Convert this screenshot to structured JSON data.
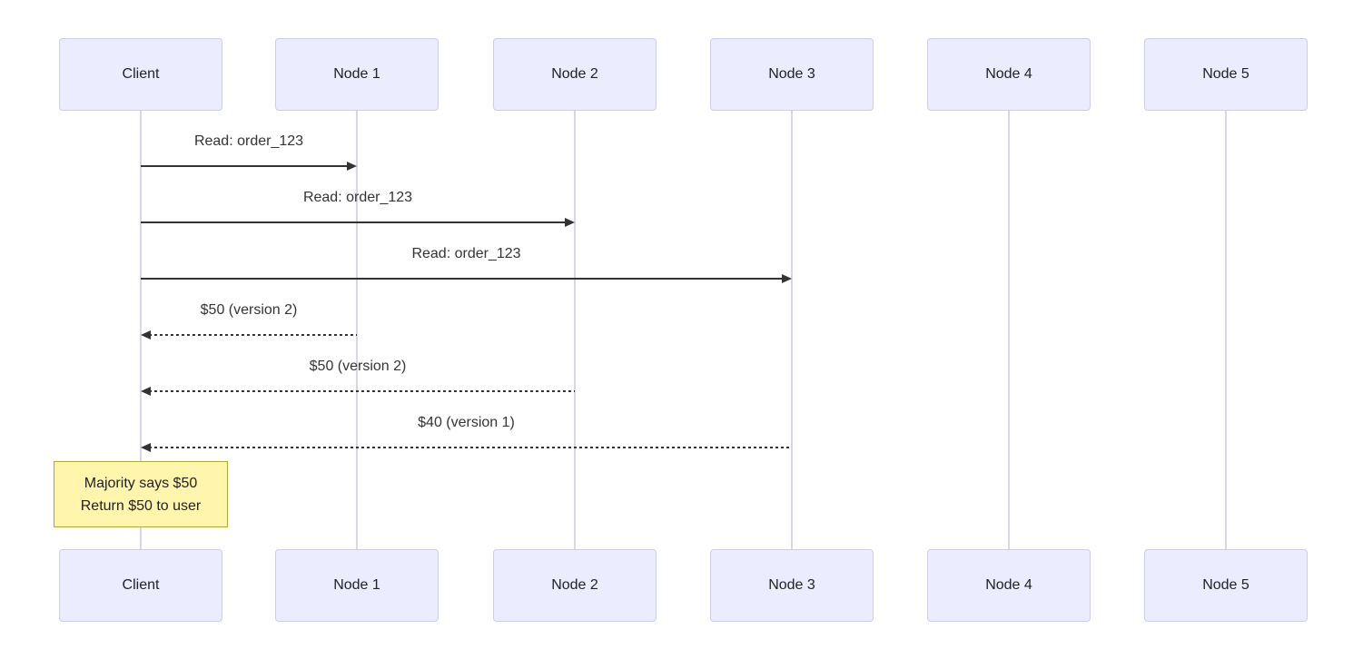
{
  "diagram": {
    "type": "sequence",
    "colors": {
      "background": "#ffffff",
      "actor_fill": "#ececff",
      "actor_border": "#ccccf0",
      "lifeline": "#d9d3ee",
      "message": "#333333",
      "note_fill": "#fff5ad",
      "note_border": "#aaaa33",
      "text": "#222222"
    },
    "actors": [
      {
        "label": "Client"
      },
      {
        "label": "Node 1"
      },
      {
        "label": "Node 2"
      },
      {
        "label": "Node 3"
      },
      {
        "label": "Node 4"
      },
      {
        "label": "Node 5"
      }
    ],
    "messages": [
      {
        "from": 0,
        "to": 1,
        "style": "solid",
        "label": "Read: order_123"
      },
      {
        "from": 0,
        "to": 2,
        "style": "solid",
        "label": "Read: order_123"
      },
      {
        "from": 0,
        "to": 3,
        "style": "solid",
        "label": "Read: order_123"
      },
      {
        "from": 1,
        "to": 0,
        "style": "dashed",
        "label": "$50 (version 2)"
      },
      {
        "from": 2,
        "to": 0,
        "style": "dashed",
        "label": "$50 (version 2)"
      },
      {
        "from": 3,
        "to": 0,
        "style": "dashed",
        "label": "$40 (version 1)"
      }
    ],
    "note": {
      "over": "Client",
      "lines": [
        "Majority says $50",
        "Return $50 to user"
      ]
    }
  }
}
